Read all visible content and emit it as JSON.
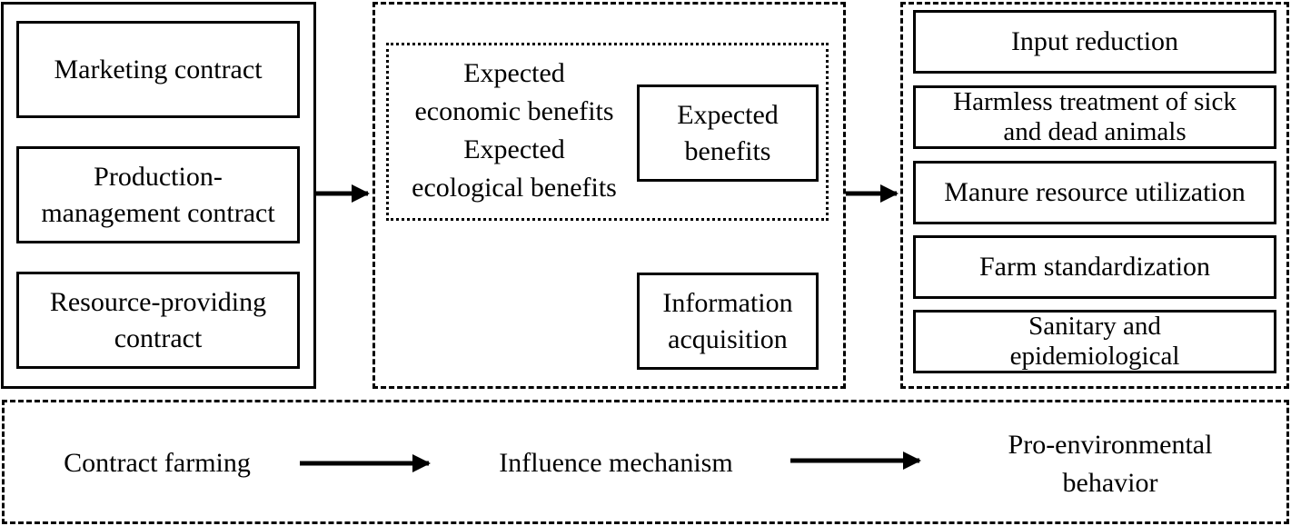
{
  "contract_farming_panel": {
    "items": [
      "Marketing contract",
      "Production-\nmanagement contract",
      "Resource-providing\ncontract"
    ]
  },
  "mechanism_panel": {
    "expected_economic": "Expected\neconomic benefits",
    "expected_ecological": "Expected\necological benefits",
    "expected_benefits": "Expected\nbenefits",
    "information_acquisition": "Information\nacquisition"
  },
  "behavior_panel": {
    "items": [
      "Input reduction",
      "Harmless treatment of sick\nand dead animals",
      "Manure resource utilization",
      "Farm standardization",
      "Sanitary and\nepidemiological"
    ]
  },
  "legend": {
    "contract_farming": "Contract farming",
    "influence_mechanism": "Influence mechanism",
    "pro_environmental": "Pro-environmental\nbehavior"
  }
}
